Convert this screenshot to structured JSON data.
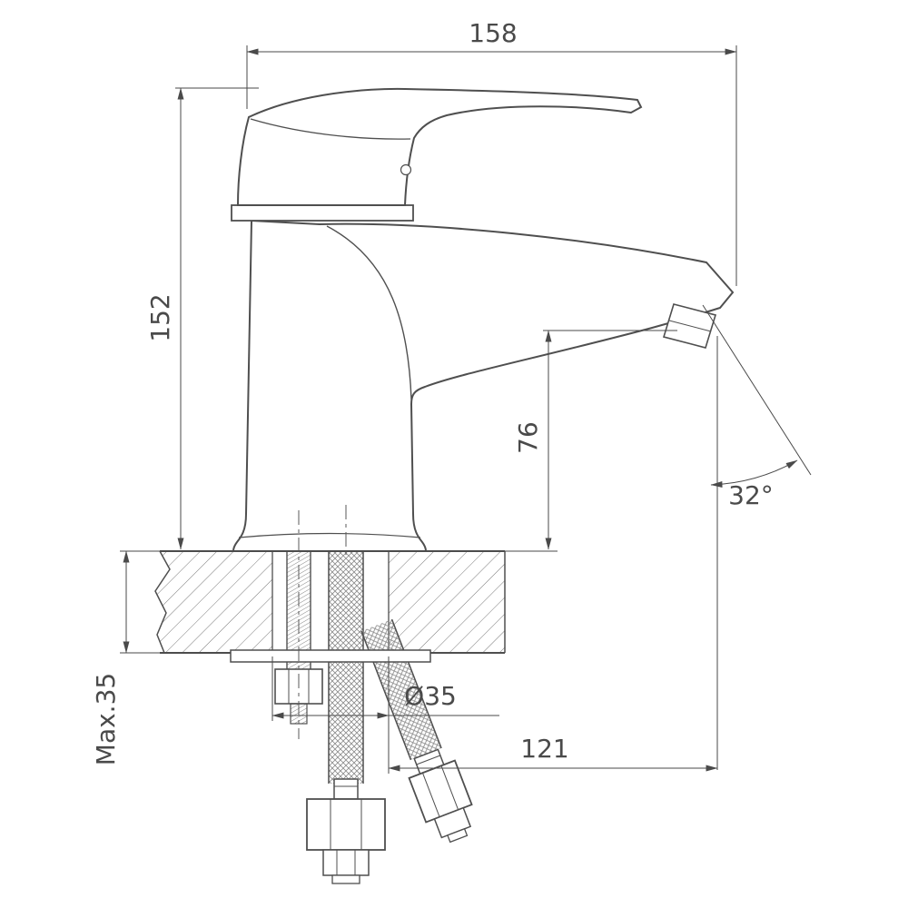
{
  "drawing": {
    "type": "technical-dimension-drawing",
    "subject": "single-lever basin faucet, side elevation with installation dimensions",
    "dimensions": {
      "overall_length": "158",
      "overall_height": "152",
      "spout_height": "76",
      "spout_angle": "32°",
      "max_deck_thickness": "Max.35",
      "hole_diameter": "Ø35",
      "spout_reach": "121"
    },
    "colors": {
      "line": "#4a4a4a",
      "background": "#ffffff",
      "hatch": "#7a7a7a"
    }
  }
}
